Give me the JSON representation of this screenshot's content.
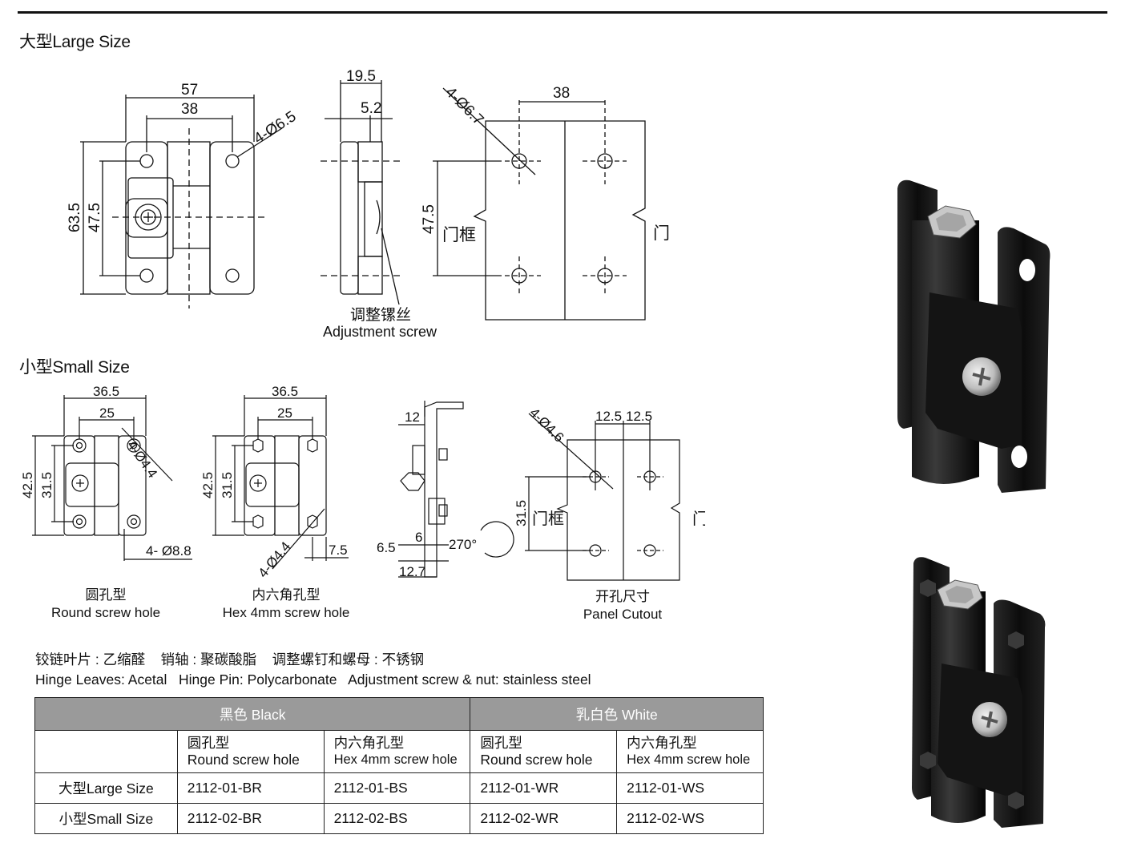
{
  "sections": {
    "large": "大型Large Size",
    "small": "小型Small Size"
  },
  "large_drawing": {
    "dims": [
      "57",
      "38",
      "4-Ø6.5",
      "63.5",
      "47.5",
      "19.5",
      "5.2",
      "38",
      "4-Ø6.7",
      "47.5"
    ],
    "door_frame": "门框",
    "door": "门",
    "adjust_cn": "调整镙丝",
    "adjust_en": "Adjustment screw"
  },
  "small_drawing": {
    "round": {
      "dims": [
        "36.5",
        "25",
        "4-Ø4.4",
        "42.5",
        "31.5",
        "4- Ø8.8"
      ],
      "cn": "圆孔型",
      "en": "Round screw hole"
    },
    "hex": {
      "dims": [
        "36.5",
        "25",
        "42.5",
        "31.5",
        "4-Ø4.4",
        "7.5"
      ],
      "cn": "内六角孔型",
      "en": "Hex 4mm screw hole"
    },
    "side": {
      "dims": [
        "12",
        "6",
        "6.5",
        "12.7",
        "270°"
      ]
    },
    "cutout": {
      "dims": [
        "4-Ø4.6",
        "12.5",
        "12.5",
        "31.5"
      ],
      "door_frame": "门框",
      "door": "门",
      "cn": "开孔尺寸",
      "en": "Panel Cutout"
    }
  },
  "materials": {
    "cn": "铰链叶片 : 乙缩醛    销轴 : 聚碳酸脂    调整螺钉和螺母 : 不锈钢",
    "en": "Hinge Leaves: Acetal   Hinge Pin: Polycarbonate   Adjustment screw & nut: stainless steel"
  },
  "table": {
    "groups": [
      "黑色  Black",
      "乳白色 White"
    ],
    "subheaders": [
      {
        "cn": "圆孔型",
        "en": "Round screw hole"
      },
      {
        "cn": "内六角孔型",
        "en": "Hex 4mm screw hole"
      },
      {
        "cn": "圆孔型",
        "en": "Round screw hole"
      },
      {
        "cn": "内六角孔型",
        "en": "Hex 4mm screw hole"
      }
    ],
    "rows": [
      {
        "label": "大型Large Size",
        "cells": [
          "2112-01-BR",
          "2112-01-BS",
          "2112-01-WR",
          "2112-01-WS"
        ]
      },
      {
        "label": "小型Small Size",
        "cells": [
          "2112-02-BR",
          "2112-02-BS",
          "2112-02-WR",
          "2112-02-WS"
        ]
      }
    ]
  },
  "colors": {
    "header_grey": "#9a9a9a",
    "hinge_black": "#141414"
  }
}
